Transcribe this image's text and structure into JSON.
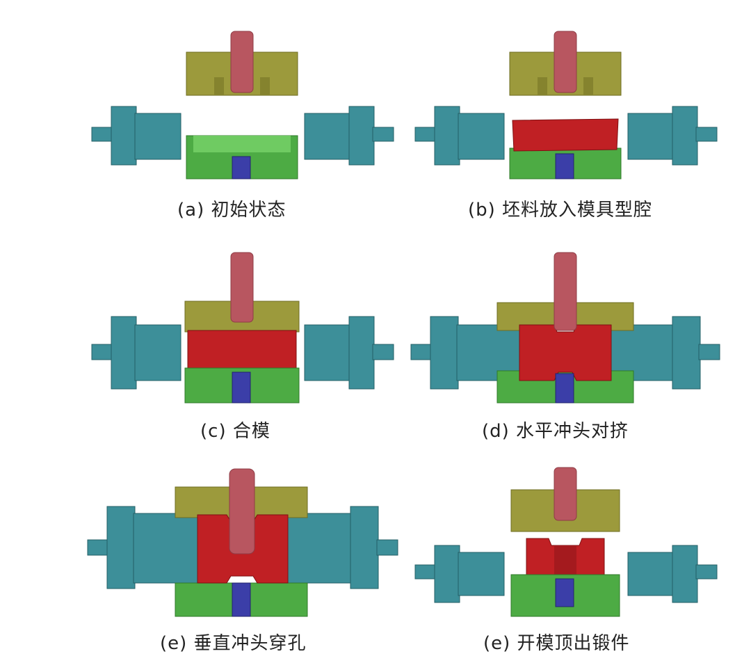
{
  "colors": {
    "punch": "#b85660",
    "punch_edge": "#8e3c46",
    "upper_die": "#9c9a3c",
    "upper_die_edge": "#6e6c22",
    "lower_die": "#4dab44",
    "lower_die_light": "#6fcb62",
    "lower_die_edge": "#2f7a2a",
    "ejector": "#3b3ea8",
    "ejector_edge": "#22246b",
    "side_ram": "#3d8f99",
    "side_ram_edge": "#245f66",
    "billet": "#c02024",
    "billet_edge": "#7e1012"
  },
  "panels": [
    {
      "id": "a",
      "caption": "(a) 初始状态",
      "state": "initial"
    },
    {
      "id": "b",
      "caption": "(b) 坯料放入模具型腔",
      "state": "billet-placed"
    },
    {
      "id": "c",
      "caption": "(c) 合模",
      "state": "die-closed"
    },
    {
      "id": "d",
      "caption": "(d) 水平冲头对挤",
      "state": "horizontal-extrusion"
    },
    {
      "id": "e",
      "caption": "(e) 垂直冲头穿孔",
      "state": "vertical-piercing"
    },
    {
      "id": "f",
      "caption": "(e) 开模顶出锻件",
      "state": "ejection"
    }
  ]
}
